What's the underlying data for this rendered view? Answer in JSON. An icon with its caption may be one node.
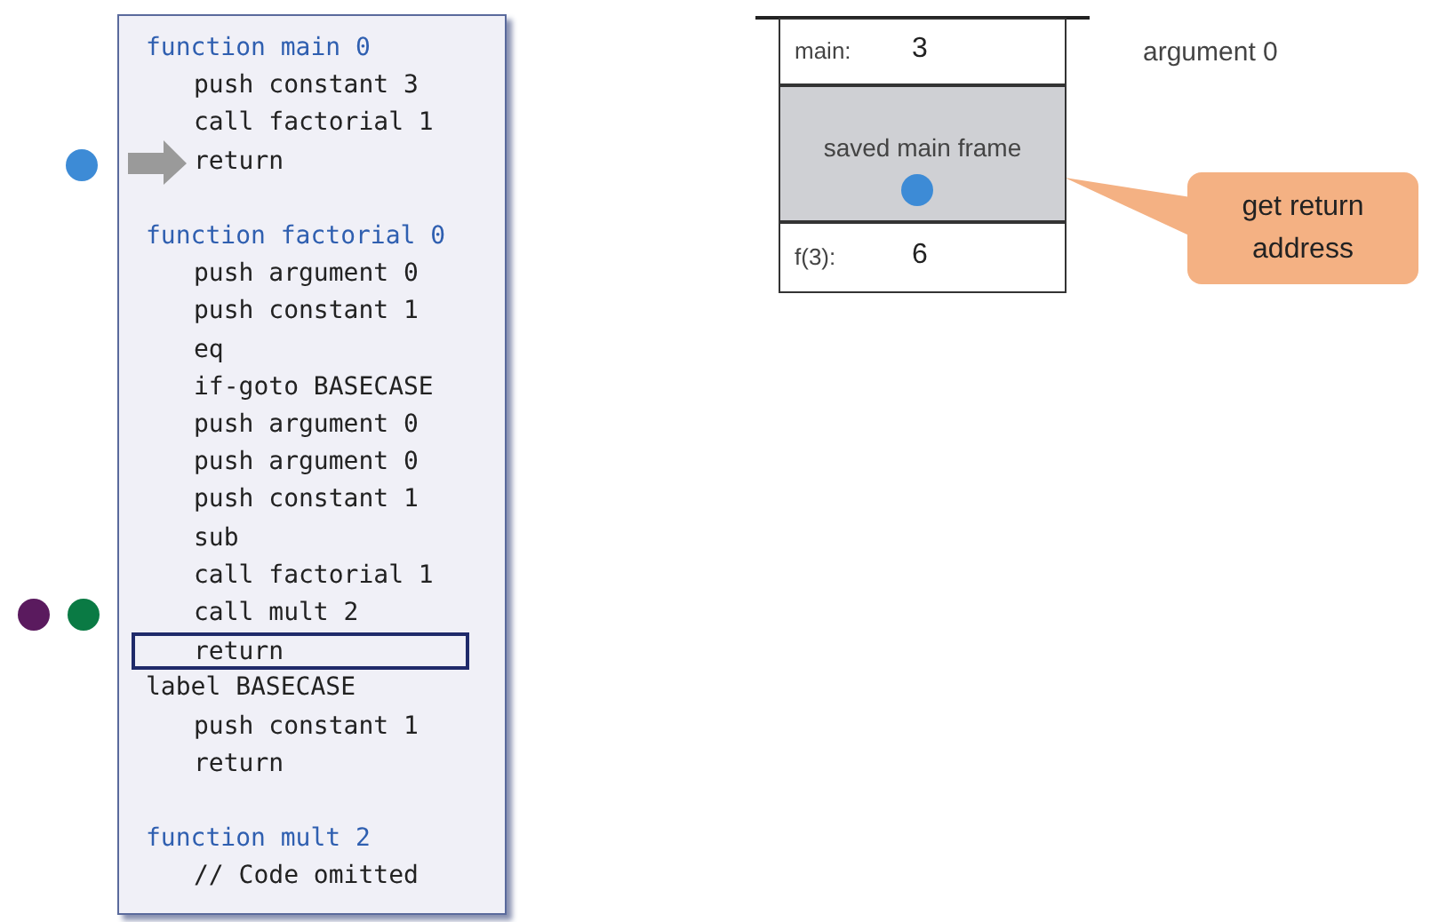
{
  "diagram": {
    "nodes": [
      {
        "text": [
          "function main 0",
          "push constant 3",
          "call factorial 1",
          "return",
          "function factorial 0",
          "push argument 0",
          "push constant 1",
          "eq",
          "if-goto BASECASE",
          "push argument 0",
          "push argument 0",
          "push constant 1",
          "sub",
          "call factorial 1",
          "call mult 2",
          "label BASECASE",
          "push constant 1",
          "return",
          "function mult 2",
          "// Code omitted"
        ]
      },
      {
        "text": [
          "return"
        ],
        "in": 0
      },
      {
        "text": [
          "main:",
          "3"
        ]
      },
      {
        "text": [
          "saved main frame"
        ]
      },
      {
        "text": [
          "f(3):",
          "6"
        ]
      },
      {
        "text": [
          "get return address"
        ]
      }
    ],
    "edges": [
      {
        "from": 5,
        "to": 3,
        "arrow": "none"
      }
    ],
    "labels": [
      "argument 0"
    ]
  }
}
